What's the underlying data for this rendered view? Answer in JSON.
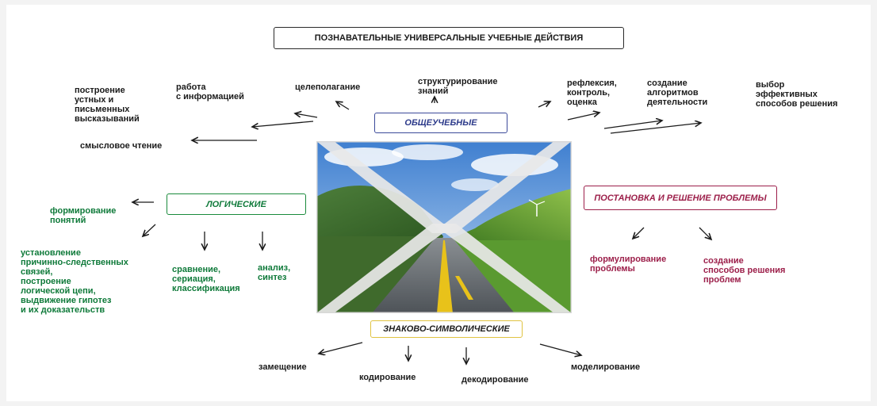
{
  "title": "ПОЗНАВАТЕЛЬНЫЕ УНИВЕРСАЛЬНЫЕ УЧЕБНЫЕ ДЕЙСТВИЯ",
  "general": {
    "label": "ОБЩЕУЧЕБНЫЕ",
    "items": [
      "построение\nустных и\nписьменных\nвысказываний",
      "работа\nс информацией",
      "целеполагание",
      "структурирование\nзнаний",
      "рефлексия,\nконтроль,\nоценка",
      "создание\nалгоритмов\n деятельности",
      "выбор\nэффективных\nспособов решения",
      "смысловое чтение"
    ]
  },
  "logical": {
    "label": "ЛОГИЧЕСКИЕ",
    "items": [
      "формирование\nпонятий",
      "установление\nпричинно-следственных\nсвязей,\nпостроение\nлогической цепи,\nвыдвижение гипотез\nи их доказательств",
      "сравнение,\nсериация,\nклассификация",
      "анализ,\nсинтез"
    ]
  },
  "problem": {
    "label": "ПОСТАНОВКА И РЕШЕНИЕ ПРОБЛЕМЫ",
    "items": [
      "формулирование\nпроблемы",
      "создание\nспособов решения\nпроблем"
    ]
  },
  "sign": {
    "label": "ЗНАКОВО-СИМВОЛИЧЕСКИЕ",
    "items": [
      "замещение",
      "кодирование",
      "декодирование",
      "моделирование"
    ]
  },
  "colors": {
    "general": "#2c3a8a",
    "logical": "#0f7a3a",
    "problem": "#9c1f4a",
    "sign": "#e0c341"
  }
}
